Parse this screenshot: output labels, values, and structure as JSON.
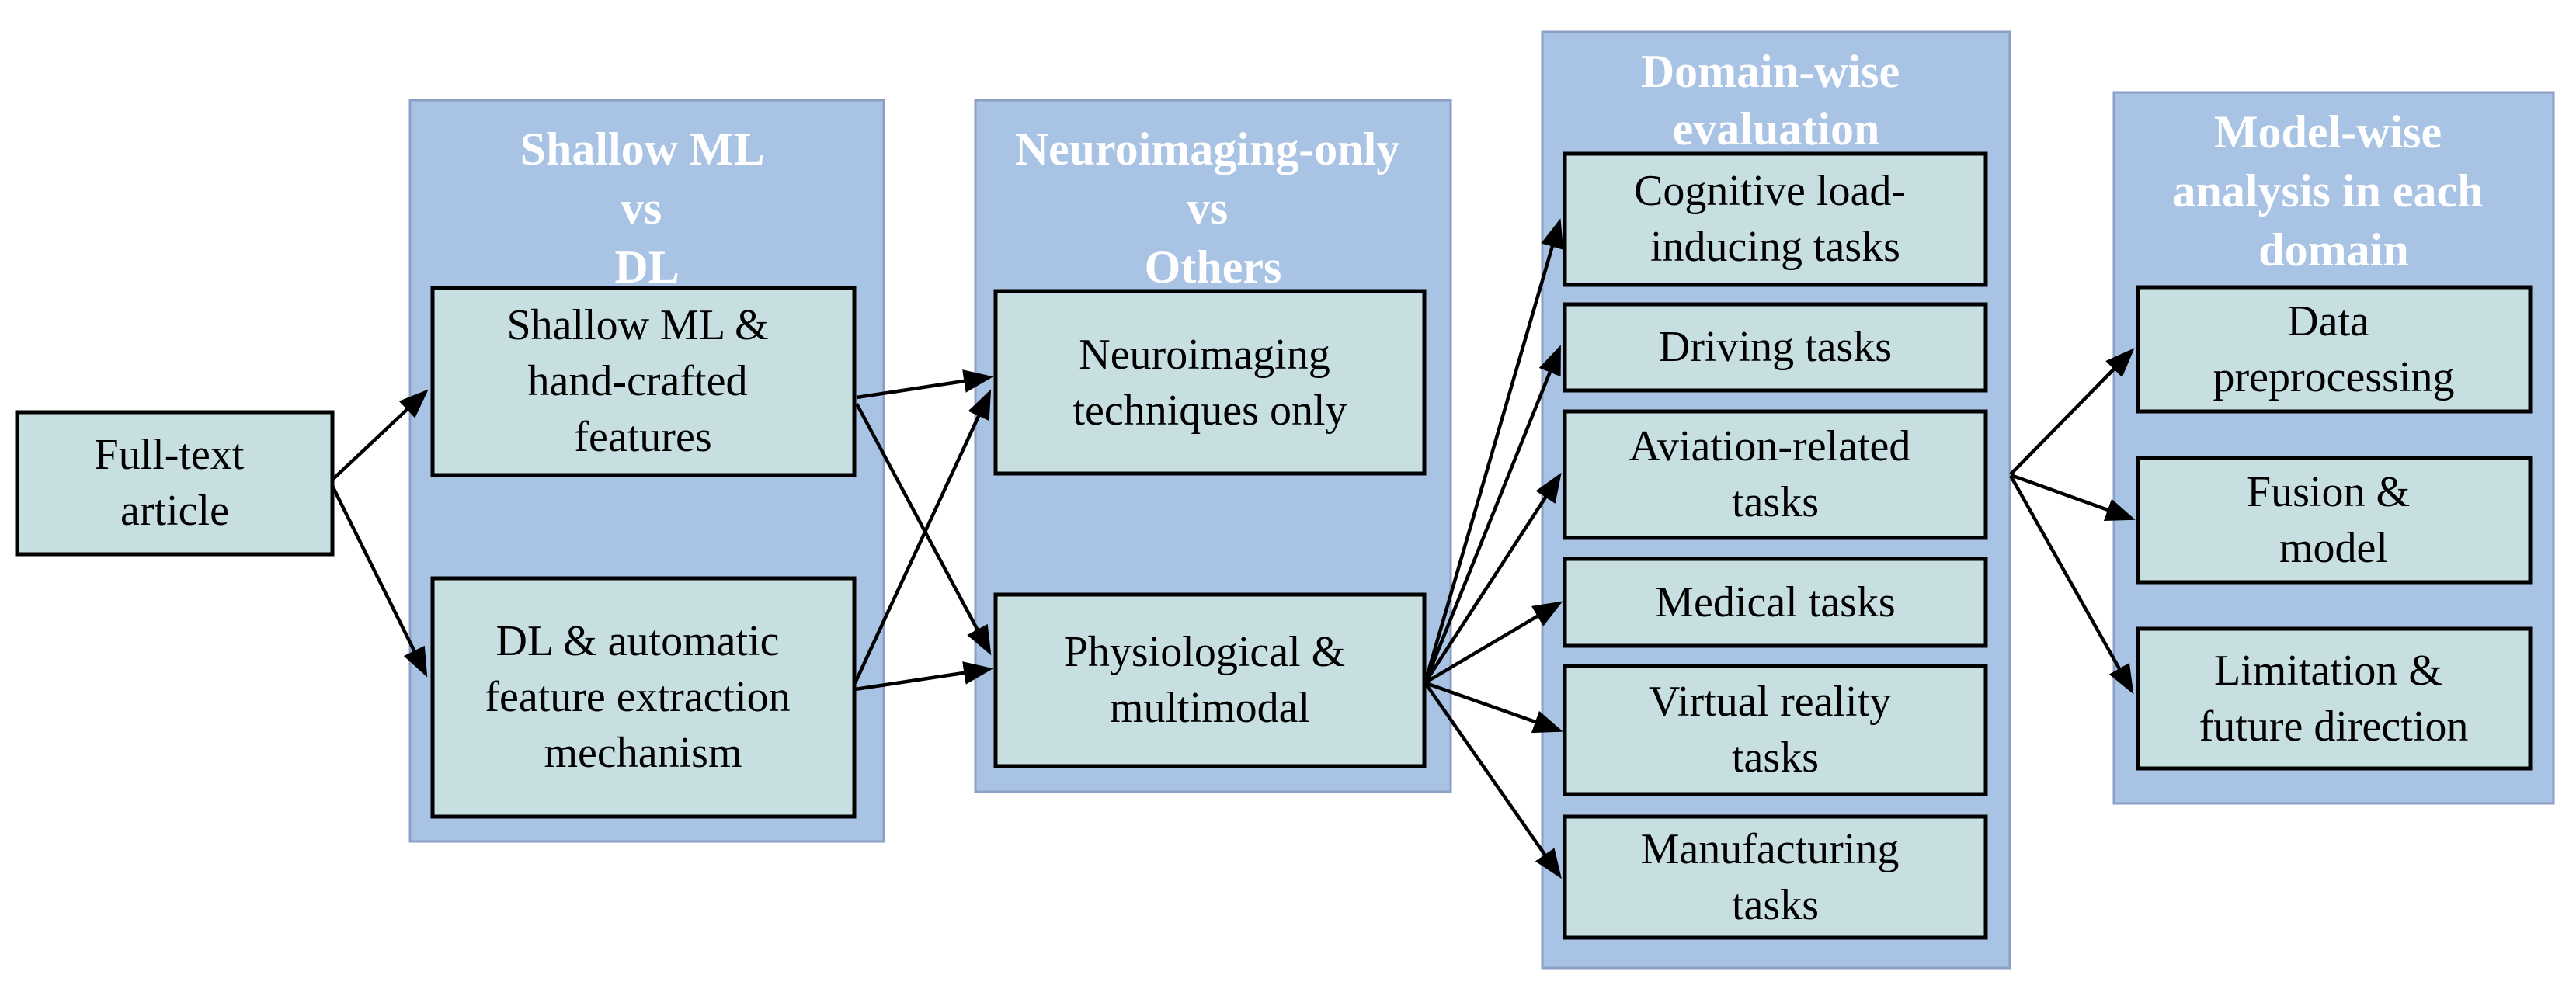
{
  "figure": {
    "colors": {
      "background": "#ffffff",
      "panel_fill": "#a9c3e4",
      "panel_border": "#8c9fc6",
      "box_fill": "#c7dfe1",
      "box_border": "#000000",
      "title_text": "#ffffff",
      "box_text": "#000000",
      "arrow": "#000000"
    },
    "source": {
      "label": "Full-text article",
      "lines": [
        "Full-text",
        "article"
      ]
    },
    "panels": [
      {
        "title": "Shallow ML vs DL",
        "title_lines": [
          "Shallow ML",
          "vs",
          "DL"
        ],
        "boxes": [
          {
            "label": "Shallow ML & hand-crafted features",
            "lines": [
              "Shallow ML &",
              "hand-crafted",
              "features"
            ]
          },
          {
            "label": "DL & automatic feature extraction mechanism",
            "lines": [
              "DL & automatic",
              "feature extraction",
              "mechanism"
            ]
          }
        ]
      },
      {
        "title": "Neuroimaging-only vs Others",
        "title_lines": [
          "Neuroimaging-only",
          "vs",
          "Others"
        ],
        "boxes": [
          {
            "label": "Neuroimaging techniques only",
            "lines": [
              "Neuroimaging",
              "techniques only"
            ]
          },
          {
            "label": "Physiological & multimodal",
            "lines": [
              "Physiological &",
              "multimodal"
            ]
          }
        ]
      },
      {
        "title": "Domain-wise evaluation",
        "title_lines": [
          "Domain-wise",
          "evaluation"
        ],
        "boxes": [
          {
            "label": "Cognitive load-inducing tasks",
            "lines": [
              "Cognitive load-",
              "inducing tasks"
            ]
          },
          {
            "label": "Driving tasks",
            "lines": [
              "Driving tasks"
            ]
          },
          {
            "label": "Aviation-related tasks",
            "lines": [
              "Aviation-related",
              "tasks"
            ]
          },
          {
            "label": "Medical tasks",
            "lines": [
              "Medical tasks"
            ]
          },
          {
            "label": "Virtual reality tasks",
            "lines": [
              "Virtual reality",
              "tasks"
            ]
          },
          {
            "label": "Manufacturing tasks",
            "lines": [
              "Manufacturing",
              "tasks"
            ]
          }
        ]
      },
      {
        "title": "Model-wise analysis in each domain",
        "title_lines": [
          "Model-wise",
          "analysis in each",
          "domain"
        ],
        "boxes": [
          {
            "label": "Data preprocessing",
            "lines": [
              "Data",
              "preprocessing"
            ]
          },
          {
            "label": "Fusion & model",
            "lines": [
              "Fusion &",
              "model"
            ]
          },
          {
            "label": "Limitation & future direction",
            "lines": [
              "Limitation &",
              "future direction"
            ]
          }
        ]
      }
    ],
    "edges": [
      {
        "from": "Full-text article",
        "to": "Shallow ML & hand-crafted features"
      },
      {
        "from": "Full-text article",
        "to": "DL & automatic feature extraction mechanism"
      },
      {
        "from": "Shallow ML & hand-crafted features",
        "to": "Neuroimaging techniques only"
      },
      {
        "from": "Shallow ML & hand-crafted features",
        "to": "Physiological & multimodal"
      },
      {
        "from": "DL & automatic feature extraction mechanism",
        "to": "Neuroimaging techniques only"
      },
      {
        "from": "DL & automatic feature extraction mechanism",
        "to": "Physiological & multimodal"
      },
      {
        "from": "Physiological & multimodal",
        "to": "Cognitive load-inducing tasks"
      },
      {
        "from": "Physiological & multimodal",
        "to": "Driving tasks"
      },
      {
        "from": "Physiological & multimodal",
        "to": "Aviation-related tasks"
      },
      {
        "from": "Physiological & multimodal",
        "to": "Medical tasks"
      },
      {
        "from": "Physiological & multimodal",
        "to": "Virtual reality tasks"
      },
      {
        "from": "Physiological & multimodal",
        "to": "Manufacturing tasks"
      },
      {
        "from": "Domain-wise evaluation",
        "to": "Data preprocessing"
      },
      {
        "from": "Domain-wise evaluation",
        "to": "Fusion & model"
      },
      {
        "from": "Domain-wise evaluation",
        "to": "Limitation & future direction"
      }
    ]
  }
}
